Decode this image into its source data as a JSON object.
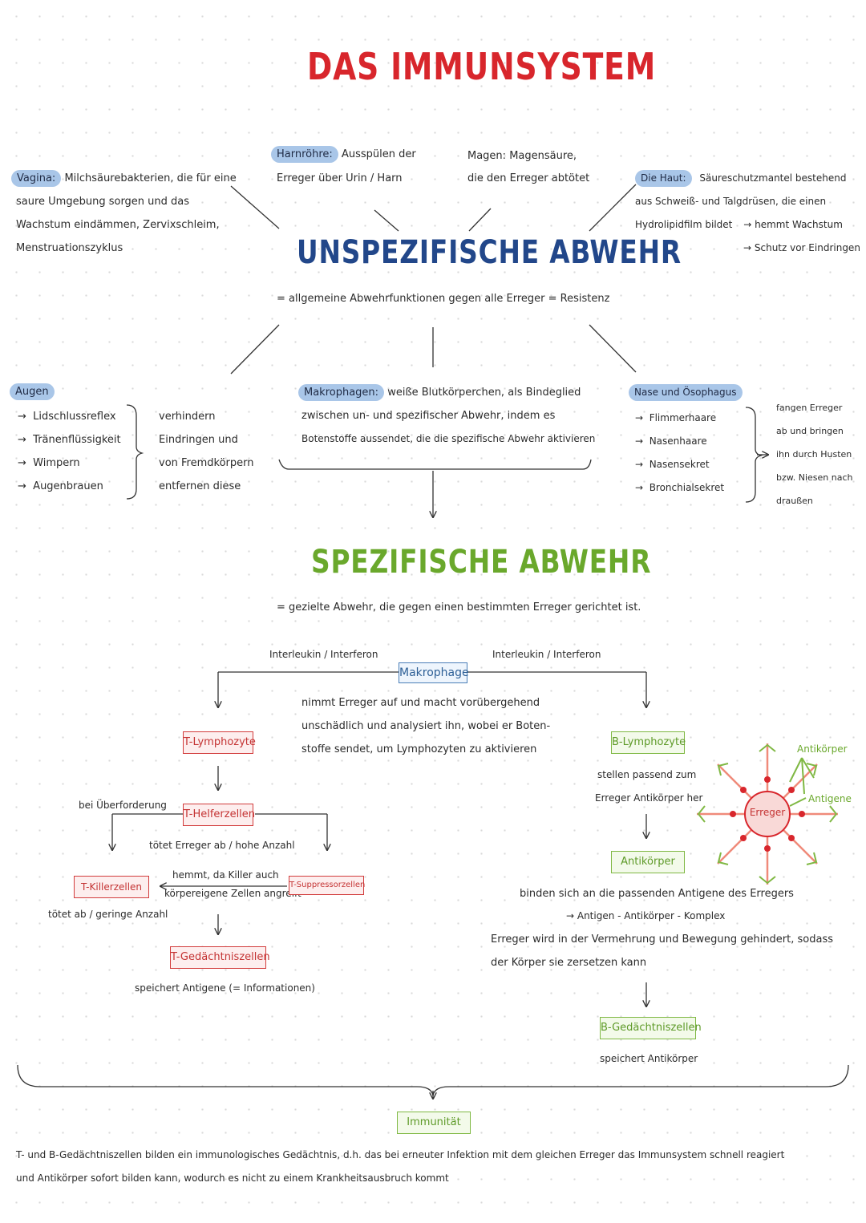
{
  "title": "DAS IMMUNSYSTEM",
  "colors": {
    "title_red": "#d8262c",
    "dark_blue": "#22478a",
    "green": "#6aa82c",
    "highlight_blue": "#a9c6e8",
    "cell_red": "#d23c3c",
    "cell_green": "#7fb843"
  },
  "unspecific": {
    "heading": "UNSPEZIFISCHE ABWEHR",
    "definition": "= allgemeine Abwehrfunktionen gegen alle Erreger = Resistenz",
    "harnroehre": {
      "label": "Harnröhre:",
      "line1": "Ausspülen der",
      "line2": "Erreger über Urin / Harn"
    },
    "magen": {
      "label": "Magen:",
      "line1": "Magensäure,",
      "line2": "die den Erreger abtötet"
    },
    "vagina": {
      "label": "Vagina:",
      "line1": "Milchsäurebakterien, die für eine",
      "line2": "saure Umgebung sorgen und das",
      "line3": "Wachstum eindämmen, Zervixschleim,",
      "line4": "Menstruationszyklus"
    },
    "haut": {
      "label": "Die Haut:",
      "line1": "Säureschutzmantel bestehend",
      "line2": "aus Schweiß- und Talgdrüsen, die einen",
      "line3": "Hydrolipidfilm bildet",
      "arrow1": "→ hemmt Wachstum",
      "arrow2": "→ Schutz vor Eindringen"
    },
    "auge": {
      "label": "Augen",
      "items": [
        "Lidschlussreflex",
        "Tränenflüssigkeit",
        "Wimpern",
        "Augenbrauen"
      ],
      "note": [
        "verhindern",
        "Eindringen und",
        "von Fremdkörpern",
        "entfernen diese"
      ]
    },
    "makrophagen": {
      "label": "Makrophagen:",
      "line1": "weiße Blutkörperchen, als Bindeglied",
      "line2": "zwischen un- und spezifischer Abwehr, indem es",
      "line3": "Botenstoffe aussendet, die die spezifische Abwehr aktivieren"
    },
    "nase": {
      "label": "Nase und Ösophagus",
      "items": [
        "Flimmerhaare",
        "Nasenhaare",
        "Nasensekret",
        "Bronchialsekret"
      ],
      "note": [
        "fangen Erreger",
        "ab und bringen",
        "ihn durch Husten",
        "bzw. Niesen nach",
        "draußen"
      ]
    }
  },
  "specific": {
    "heading": "SPEZIFISCHE ABWEHR",
    "definition": "= gezielte Abwehr, die gegen einen bestimmten Erreger gerichtet ist.",
    "interleukin_left": "Interleukin / Interferon",
    "interleukin_right": "Interleukin / Interferon",
    "makrophage_box": "Makrophage",
    "makrophage_desc": [
      "nimmt Erreger auf und macht vorübergehend",
      "unschädlich und analysiert ihn, wobei er Boten-",
      "stoffe sendet, um Lymphozyten zu aktivieren"
    ],
    "t_lymphozyte": "T-Lymphozyte",
    "t_helferzellen": "T-Helferzellen",
    "bei_ueberforderung": "bei Überforderung",
    "toetet_erreger": "tötet Erreger ab / hohe Anzahl",
    "t_killerzellen": "T-Killerzellen",
    "toetet_ab": "tötet ab / geringe Anzahl",
    "hemmt": [
      "hemmt, da Killer auch",
      "körpereigene Zellen angreift"
    ],
    "t_suppressorzellen": "T-Suppressorzellen",
    "t_gedaechtniszellen": "T-Gedächtniszellen",
    "speichert_antigene": "speichert Antigene (= Informationen)",
    "b_lymphozyte": "B-Lymphozyte",
    "b_desc": [
      "stellen passend zum",
      "Erreger Antikörper her"
    ],
    "antikoerper_box": "Antikörper",
    "erreger": "Erreger",
    "antikoerper_label": "Antikörper",
    "antigene_label": "Antigene",
    "binden": "binden sich an die passenden Antigene des Erregers",
    "komplex": "→ Antigen - Antikörper - Komplex",
    "erreger_bewegung": [
      "Erreger wird in der Vermehrung und Bewegung gehindert, sodass",
      "der Körper sie zersetzen kann"
    ],
    "b_gedaechtniszellen": "B-Gedächtniszellen",
    "speichert_antikoerper": "speichert Antikörper"
  },
  "immunitaet": {
    "label": "Immunität",
    "text": [
      "T- und B-Gedächtniszellen bilden ein immunologisches Gedächtnis, d.h. das bei erneuter Infektion mit dem gleichen Erreger das Immunsystem schnell reagiert",
      "und Antikörper sofort bilden kann, wodurch es nicht zu einem Krankheitsausbruch kommt"
    ]
  }
}
